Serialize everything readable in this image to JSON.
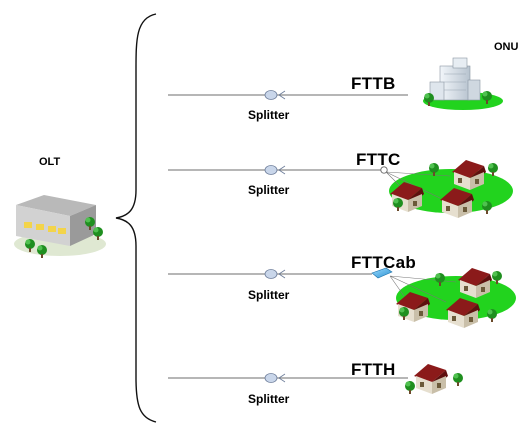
{
  "diagram": {
    "olt": {
      "label": "OLT"
    },
    "onu": {
      "label": "ONU"
    },
    "branches": [
      {
        "id": "fttb",
        "label": "FTTB",
        "splitter_label": "Splitter",
        "icon": "office-building-icon"
      },
      {
        "id": "fttc",
        "label": "FTTC",
        "splitter_label": "Splitter",
        "icon": "house-cluster-icon"
      },
      {
        "id": "fttcab",
        "label": "FTTCab",
        "splitter_label": "Splitter",
        "icon": "house-cluster-icon"
      },
      {
        "id": "ftth",
        "label": "FTTH",
        "splitter_label": "Splitter",
        "icon": "single-house-icon"
      }
    ]
  },
  "colors": {
    "fiber": "#8a8a8a",
    "splitter": "#c9d6ea",
    "grass": "#22d31e",
    "roof": "#7a1818",
    "cabinet": "#3aa5e0"
  }
}
